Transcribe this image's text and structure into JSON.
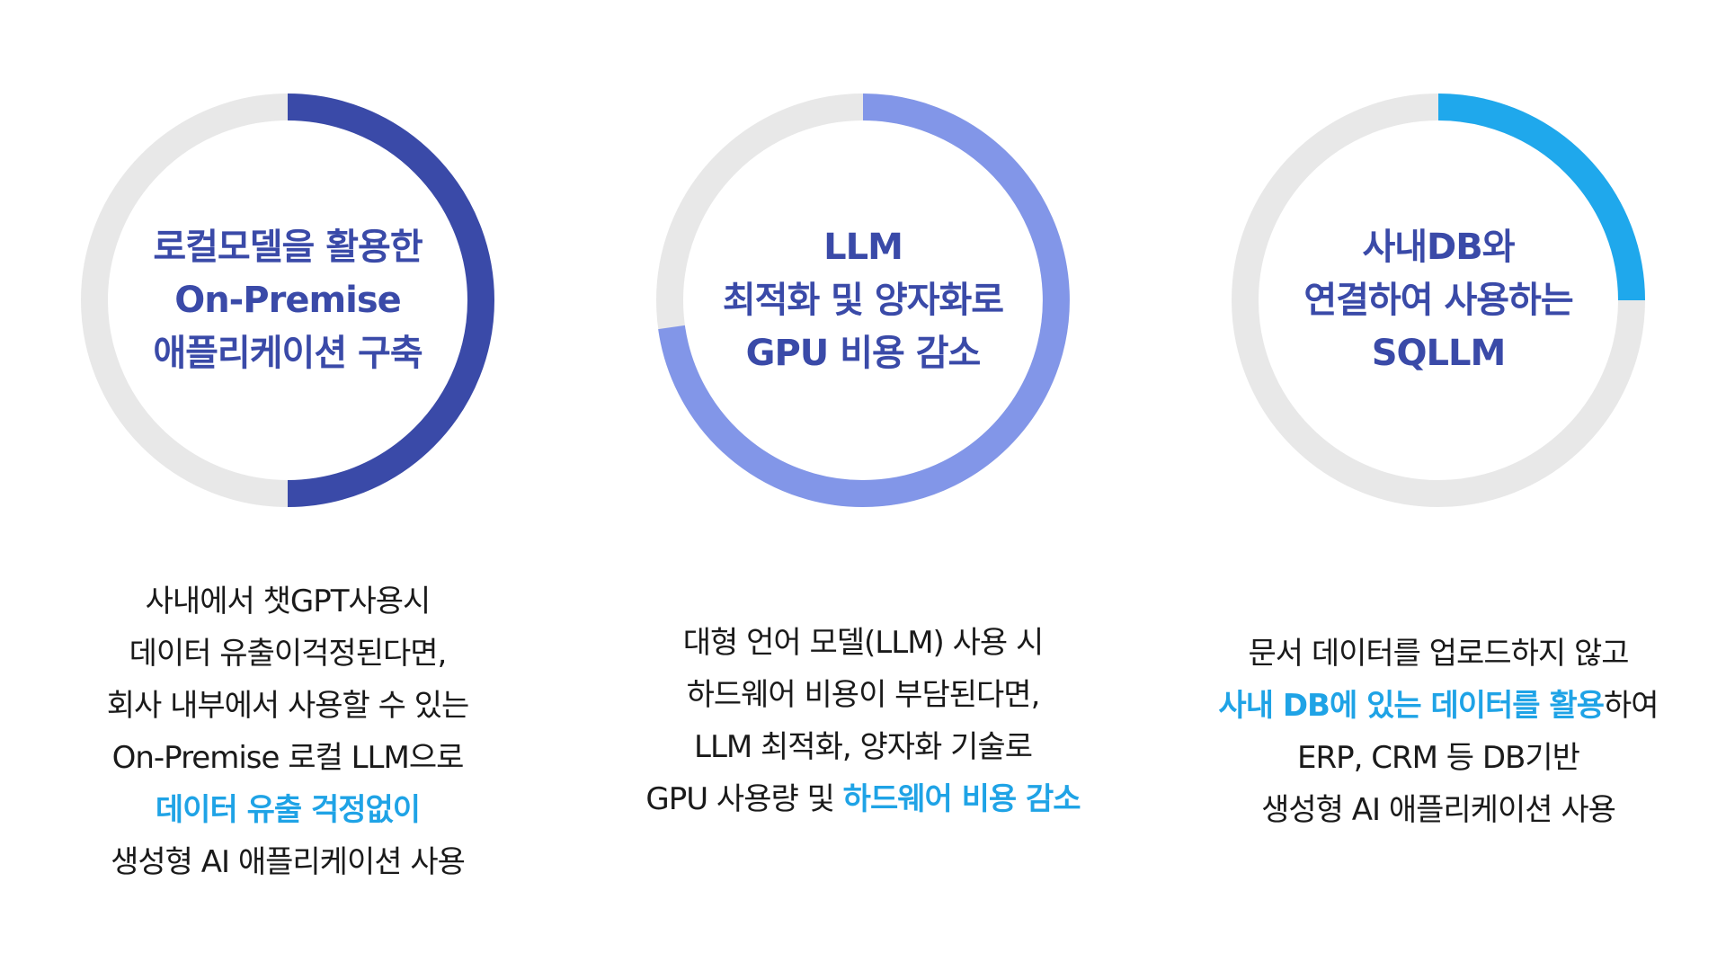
{
  "colors": {
    "track": "#e8e8e8",
    "highlight": "#1fa3e6",
    "body_text": "#1a1a1a"
  },
  "panels": [
    {
      "color": "#3a4aa8",
      "title_lines": [
        "로컬모델을 활용한",
        "On-Premise",
        "애플리케이션 구축"
      ],
      "desc_lines": [
        [
          {
            "text": "사내에서 챗GPT사용시",
            "hl": false
          }
        ],
        [
          {
            "text": "데이터 유출이걱정된다면,",
            "hl": false
          }
        ],
        [
          {
            "text": "회사 내부에서 사용할 수 있는",
            "hl": false
          }
        ],
        [
          {
            "text": "On-Premise 로컬 LLM으로",
            "hl": false
          }
        ],
        [
          {
            "text": "데이터 유출 걱정없이",
            "hl": true
          }
        ],
        [
          {
            "text": "생성형 AI 애플리케이션 사용",
            "hl": false
          }
        ]
      ]
    },
    {
      "color": "#8296e8",
      "title_lines": [
        "LLM",
        "최적화 및 양자화로",
        "GPU 비용 감소"
      ],
      "desc_lines": [
        [
          {
            "text": "대형 언어 모델(LLM) 사용 시",
            "hl": false
          }
        ],
        [
          {
            "text": "하드웨어 비용이 부담된다면,",
            "hl": false
          }
        ],
        [
          {
            "text": "LLM 최적화, 양자화 기술로",
            "hl": false
          }
        ],
        [
          {
            "text": "GPU 사용량 및 ",
            "hl": false
          },
          {
            "text": "하드웨어 비용 감소",
            "hl": true
          }
        ]
      ]
    },
    {
      "color": "#1fa8ec",
      "title_lines": [
        "사내DB와",
        "연결하여 사용하는",
        "SQLLM"
      ],
      "desc_lines": [
        [
          {
            "text": "문서 데이터를 업로드하지 않고",
            "hl": false
          }
        ],
        [
          {
            "text": "사내 DB에 있는 데이터를 활용",
            "hl": true
          },
          {
            "text": "하여",
            "hl": false
          }
        ],
        [
          {
            "text": "ERP, CRM 등 DB기반",
            "hl": false
          }
        ],
        [
          {
            "text": "생성형 AI 애플리케이션 사용",
            "hl": false
          }
        ]
      ]
    }
  ]
}
